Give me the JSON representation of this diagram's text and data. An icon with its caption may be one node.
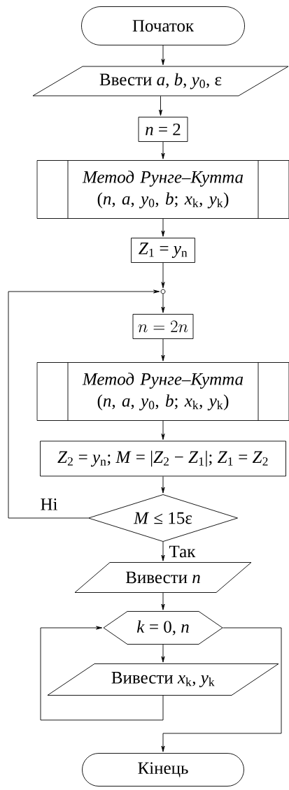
{
  "diagram": {
    "nodes": [
      {
        "text": [
          "Початок"
        ]
      },
      {
        "text": [
          "Ввести *a*, *b*, *y*$_{0}$, ε"
        ]
      },
      {
        "text": [
          "*n* = 2"
        ]
      },
      {
        "text": [
          "*Метод Рунге–Кутта* (*n*, *a*, *y*$_{0}$, *b*; *x*$_{k}$, *y*$_{k}$)"
        ]
      },
      {
        "text": [
          "*Z*$_{1}$ = *y*$_{n}$"
        ]
      },
      {
        "text": [],
        "shape": "circle"
      },
      {
        "text": [
          "n = 2n"
        ]
      },
      {
        "text": [
          "*Метод Рунге–Кутта* (*n*, *a*, *y*$_{0}$, *b*; *x*$_{k}$, *y*$_{k}$)"
        ]
      },
      {
        "text": [
          "*Z*$_{2}$ = *y*$_{n}$; *M* = |*Z*$_{2}$ − *Z*$_{1}$|; *Z*$_{1}$ = *Z*$_{2}$"
        ]
      },
      {
        "text": [
          "*M* ≤ 15ε"
        ]
      },
      {
        "text": [
          "Вивести *n*"
        ]
      },
      {
        "text": [
          "*k* = 0, *n*"
        ]
      },
      {
        "text": [
          "Вивести *x*$_{k}$, *y*$_{k}$"
        ]
      },
      {
        "text": [
          "Кінець"
        ]
      }
    ],
    "edges": [
      {
        "from": 0,
        "to": 1,
        "arrow": "to"
      },
      {
        "from": 1,
        "to": 2,
        "arrow": "to"
      },
      {
        "from": 2,
        "to": 3,
        "arrow": "to"
      },
      {
        "from": 3,
        "to": 4,
        "arrow": "to"
      },
      {
        "from": 4,
        "to": 5,
        "arrow": "to"
      },
      {
        "from": 5,
        "to": 6,
        "arrow": "to"
      },
      {
        "from": 6,
        "to": 7,
        "arrow": "to"
      },
      {
        "from": 7,
        "to": 8,
        "arrow": "to"
      },
      {
        "from": 8,
        "to": 9,
        "arrow": "to"
      },
      {
        "from": 9,
        "to": 5,
        "label": "Ні",
        "arrow": "to"
      },
      {
        "from": 9,
        "to": 10,
        "label": "Так",
        "arrow": "to"
      },
      {
        "from": 10,
        "to": 11,
        "arrow": "to"
      },
      {
        "from": 11,
        "to": 12,
        "arrow": "to"
      },
      {
        "from": 12,
        "to": 11,
        "arrow": "to"
      },
      {
        "from": 11,
        "to": 13,
        "arrow": "to"
      }
    ]
  }
}
